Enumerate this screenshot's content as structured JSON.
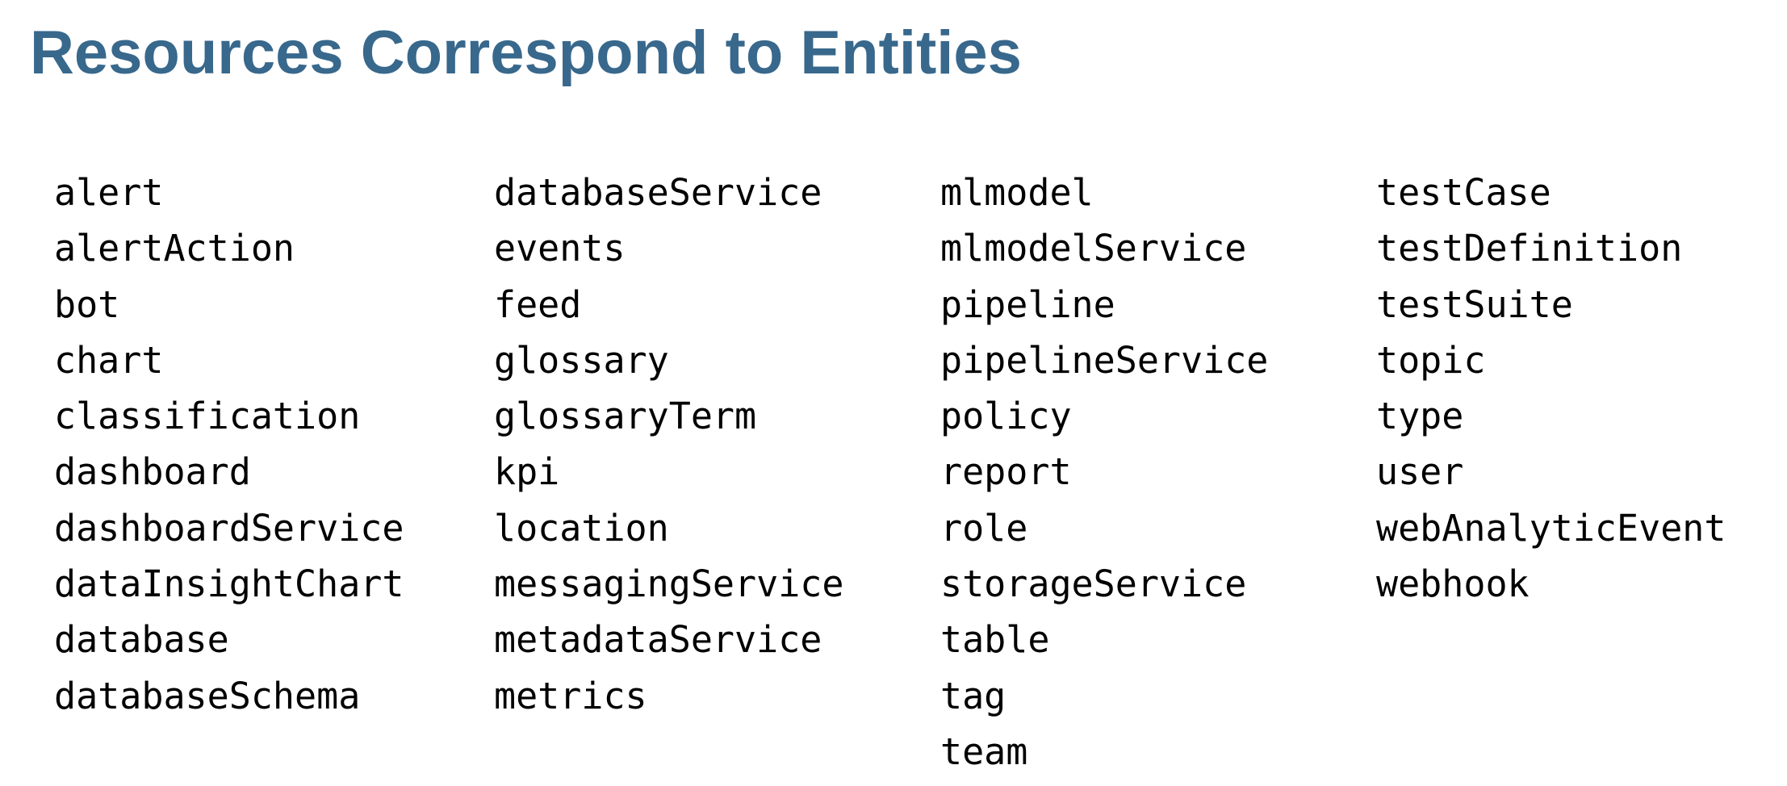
{
  "page": {
    "title": "Resources Correspond to Entities",
    "background_color": "#FFFFFF",
    "title_color": "#38688C",
    "text_color": "#000000"
  },
  "resources": {
    "columns": [
      {
        "items": [
          "alert",
          "alertAction",
          "bot",
          "chart",
          "classification",
          "dashboard",
          "dashboardService",
          "dataInsightChart",
          "database",
          "databaseSchema"
        ]
      },
      {
        "items": [
          "databaseService",
          "events",
          "feed",
          "glossary",
          "glossaryTerm",
          "kpi",
          "location",
          "messagingService",
          "metadataService",
          "metrics"
        ]
      },
      {
        "items": [
          "mlmodel",
          "mlmodelService",
          "pipeline",
          "pipelineService",
          "policy",
          "report",
          "role",
          "storageService",
          "table",
          "tag",
          "team"
        ]
      },
      {
        "items": [
          "testCase",
          "testDefinition",
          "testSuite",
          "topic",
          "type",
          "user",
          "webAnalyticEvent",
          "webhook"
        ]
      }
    ]
  }
}
